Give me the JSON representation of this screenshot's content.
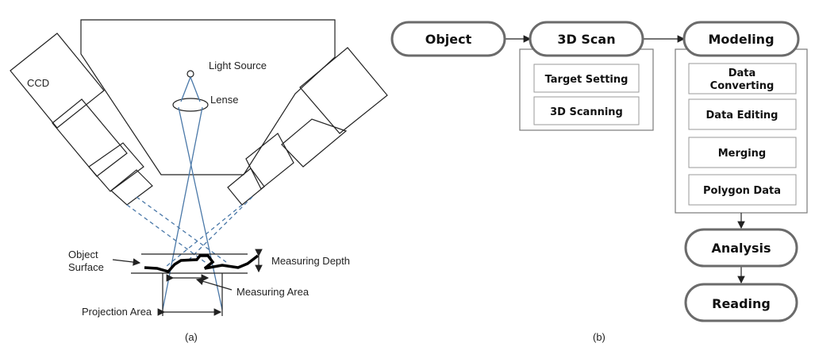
{
  "panel_a": {
    "ccd_label": "CCD",
    "light_source_label": "Light Source",
    "lense_label": "Lense",
    "object_surface_label_1": "Object",
    "object_surface_label_2": "Surface",
    "measuring_depth_label": "Measuring Depth",
    "measuring_area_label": "Measuring Area",
    "projection_area_label": "Projection Area",
    "caption": "(a)"
  },
  "panel_b": {
    "object_label": "Object",
    "scan_label": "3D Scan",
    "scan_steps": [
      "Target Setting",
      "3D Scanning"
    ],
    "modeling_label": "Modeling",
    "modeling_steps_first_1": "Data",
    "modeling_steps_first_2": "Converting",
    "modeling_steps": [
      "Data Editing",
      "Merging",
      "Polygon Data"
    ],
    "analysis_label": "Analysis",
    "reading_label": "Reading",
    "caption": "(b)"
  }
}
